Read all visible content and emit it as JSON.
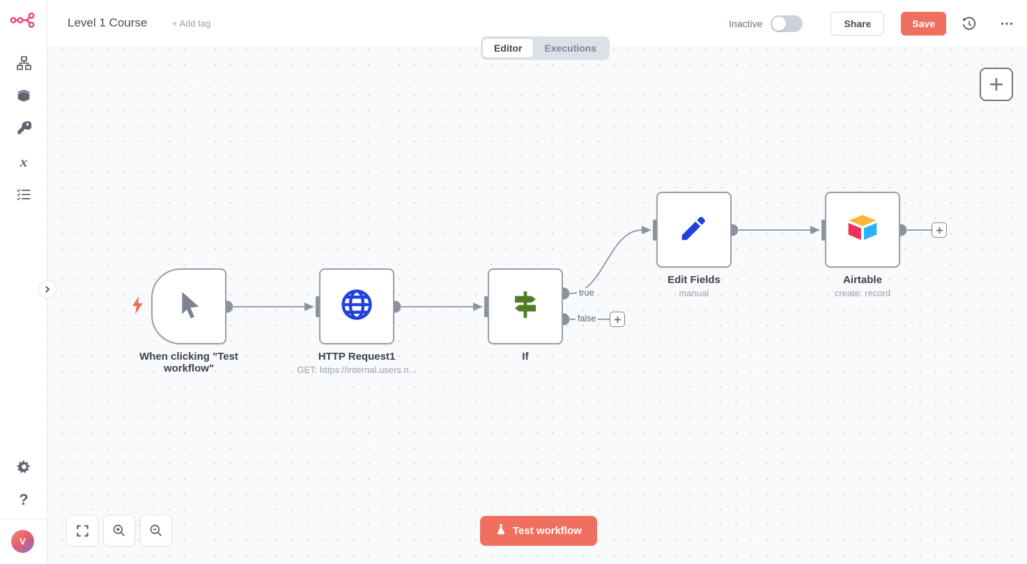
{
  "colors": {
    "accent": "#f0705f",
    "logo": "#ea4b71",
    "node_border": "#999ea8",
    "connector": "#8d939e",
    "icon_blue": "#2141df",
    "icon_green": "#4e7e24",
    "airtable_yellow": "#f6b93e",
    "airtable_red": "#e8335a",
    "airtable_blue": "#2bb2f6",
    "canvas_bg": "#f9fafb"
  },
  "header": {
    "title": "Level 1 Course",
    "add_tag_label": "+ Add tag",
    "tabs": [
      {
        "label": "Editor",
        "active": true
      },
      {
        "label": "Executions",
        "active": false
      }
    ],
    "activation": {
      "label": "Inactive",
      "enabled": false
    },
    "share_label": "Share",
    "save_label": "Save",
    "icons": [
      "history-icon",
      "more-icon"
    ]
  },
  "sidebar": {
    "icons": [
      "workflows-icon",
      "templates-icon",
      "credentials-icon",
      "variables-icon",
      "executions-icon"
    ],
    "bottom_icons": [
      "settings-icon",
      "help-icon"
    ],
    "avatar_initial": "V"
  },
  "canvas": {
    "nodes": [
      {
        "label": "When clicking \"Test workflow\"",
        "subtitle": "",
        "icon": "cursor-icon",
        "type": "manual-trigger"
      },
      {
        "label": "HTTP Request1",
        "subtitle": "GET: https://internal.users.n...",
        "icon": "globe-icon"
      },
      {
        "label": "If",
        "subtitle": "",
        "icon": "signpost-icon",
        "outputs": [
          "true",
          "false"
        ]
      },
      {
        "label": "Edit Fields",
        "subtitle": "manual",
        "icon": "pencil-icon"
      },
      {
        "label": "Airtable",
        "subtitle": "create: record",
        "icon": "airtable-icon"
      }
    ],
    "controls": {
      "zoom_icons": [
        "fit-view-icon",
        "zoom-in-icon",
        "zoom-out-icon"
      ],
      "add_node_icon": "plus-icon",
      "test_button_label": "Test workflow"
    }
  }
}
